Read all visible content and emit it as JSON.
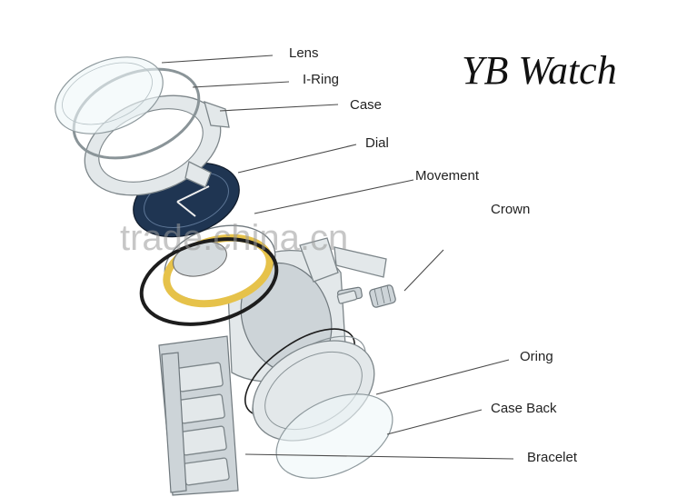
{
  "brand": "YB Watch",
  "watermark": "trade.china.cn",
  "labels": [
    "Lens",
    "I-Ring",
    "Case",
    "Dial",
    "Movement",
    "Crown",
    "Oring",
    "Case Back",
    "Bracelet"
  ],
  "colors": {
    "dial": "#1f3552",
    "movement_gold": "#e6c24a",
    "metal": "#e3e8ea",
    "outline": "#6f787d"
  }
}
